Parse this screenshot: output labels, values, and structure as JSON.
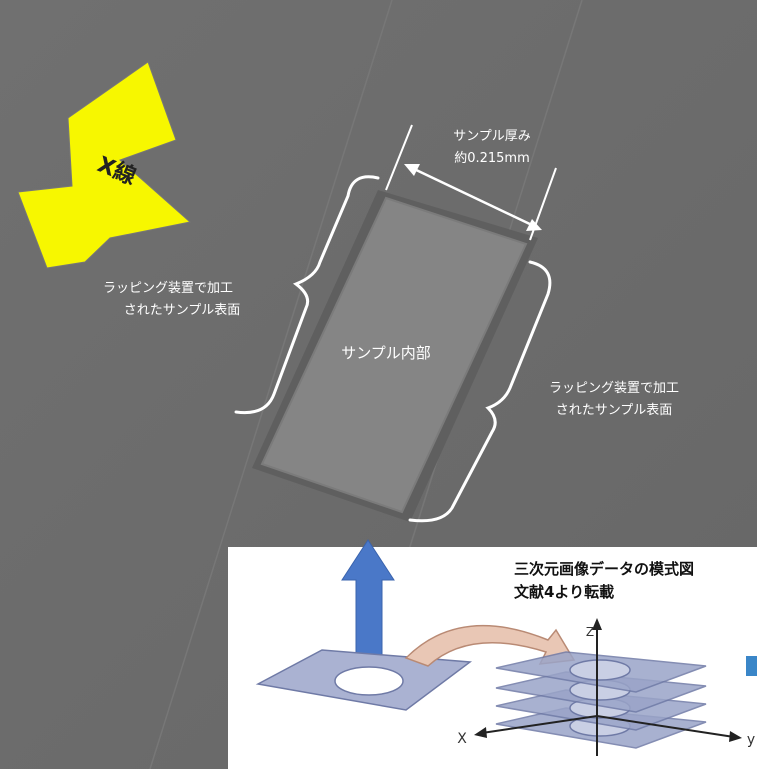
{
  "xray_label": "X線",
  "thickness_label": {
    "line1": "サンプル厚み",
    "line2": "約0.215mm"
  },
  "surface_left": {
    "line1": "ラッピング装置で加工",
    "line2": "されたサンプル表面"
  },
  "surface_right": {
    "line1": "ラッピング装置で加工",
    "line2": "されたサンプル表面"
  },
  "interior_label": "サンプル内部",
  "inset": {
    "title_line1": "三次元画像データの模式図",
    "title_line2": "文献4より転載",
    "axis_z": "Z",
    "axis_x": "X",
    "axis_y": "y"
  },
  "colors": {
    "background_gray": "#6b6b6b",
    "xray_arrow": "#f7f700",
    "sample_fill": "#858585",
    "bracket": "#ffffff",
    "blue_arrow": "#4a78c8",
    "curved_arrow": "#e9c7b5",
    "slice_fill": "#9aa4c8"
  }
}
